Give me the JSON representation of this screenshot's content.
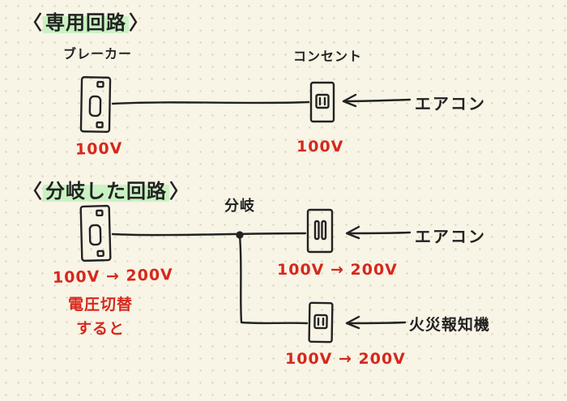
{
  "theme": {
    "background": "#f8f4e6",
    "ink": "#222222",
    "red": "#d6281c",
    "highlight": "#c9f2c2",
    "dot_grid": "#d9d3bd"
  },
  "dedicated": {
    "bracket_open": "〈",
    "title": "専用回路",
    "bracket_close": "〉",
    "breaker_label": "ブレーカー",
    "outlet_label": "コンセント",
    "device_label": "エアコン",
    "breaker_voltage": "100V",
    "outlet_voltage": "100V"
  },
  "branched": {
    "bracket_open": "〈",
    "title": "分岐した回路",
    "bracket_close": "〉",
    "branch_label": "分岐",
    "device1_label": "エアコン",
    "device2_label": "火災報知機",
    "breaker_voltage": "100V → 200V",
    "note_line1": "電圧切替",
    "note_line2": "すると",
    "outlet1_voltage": "100V → 200V",
    "outlet2_voltage": "100V → 200V"
  }
}
